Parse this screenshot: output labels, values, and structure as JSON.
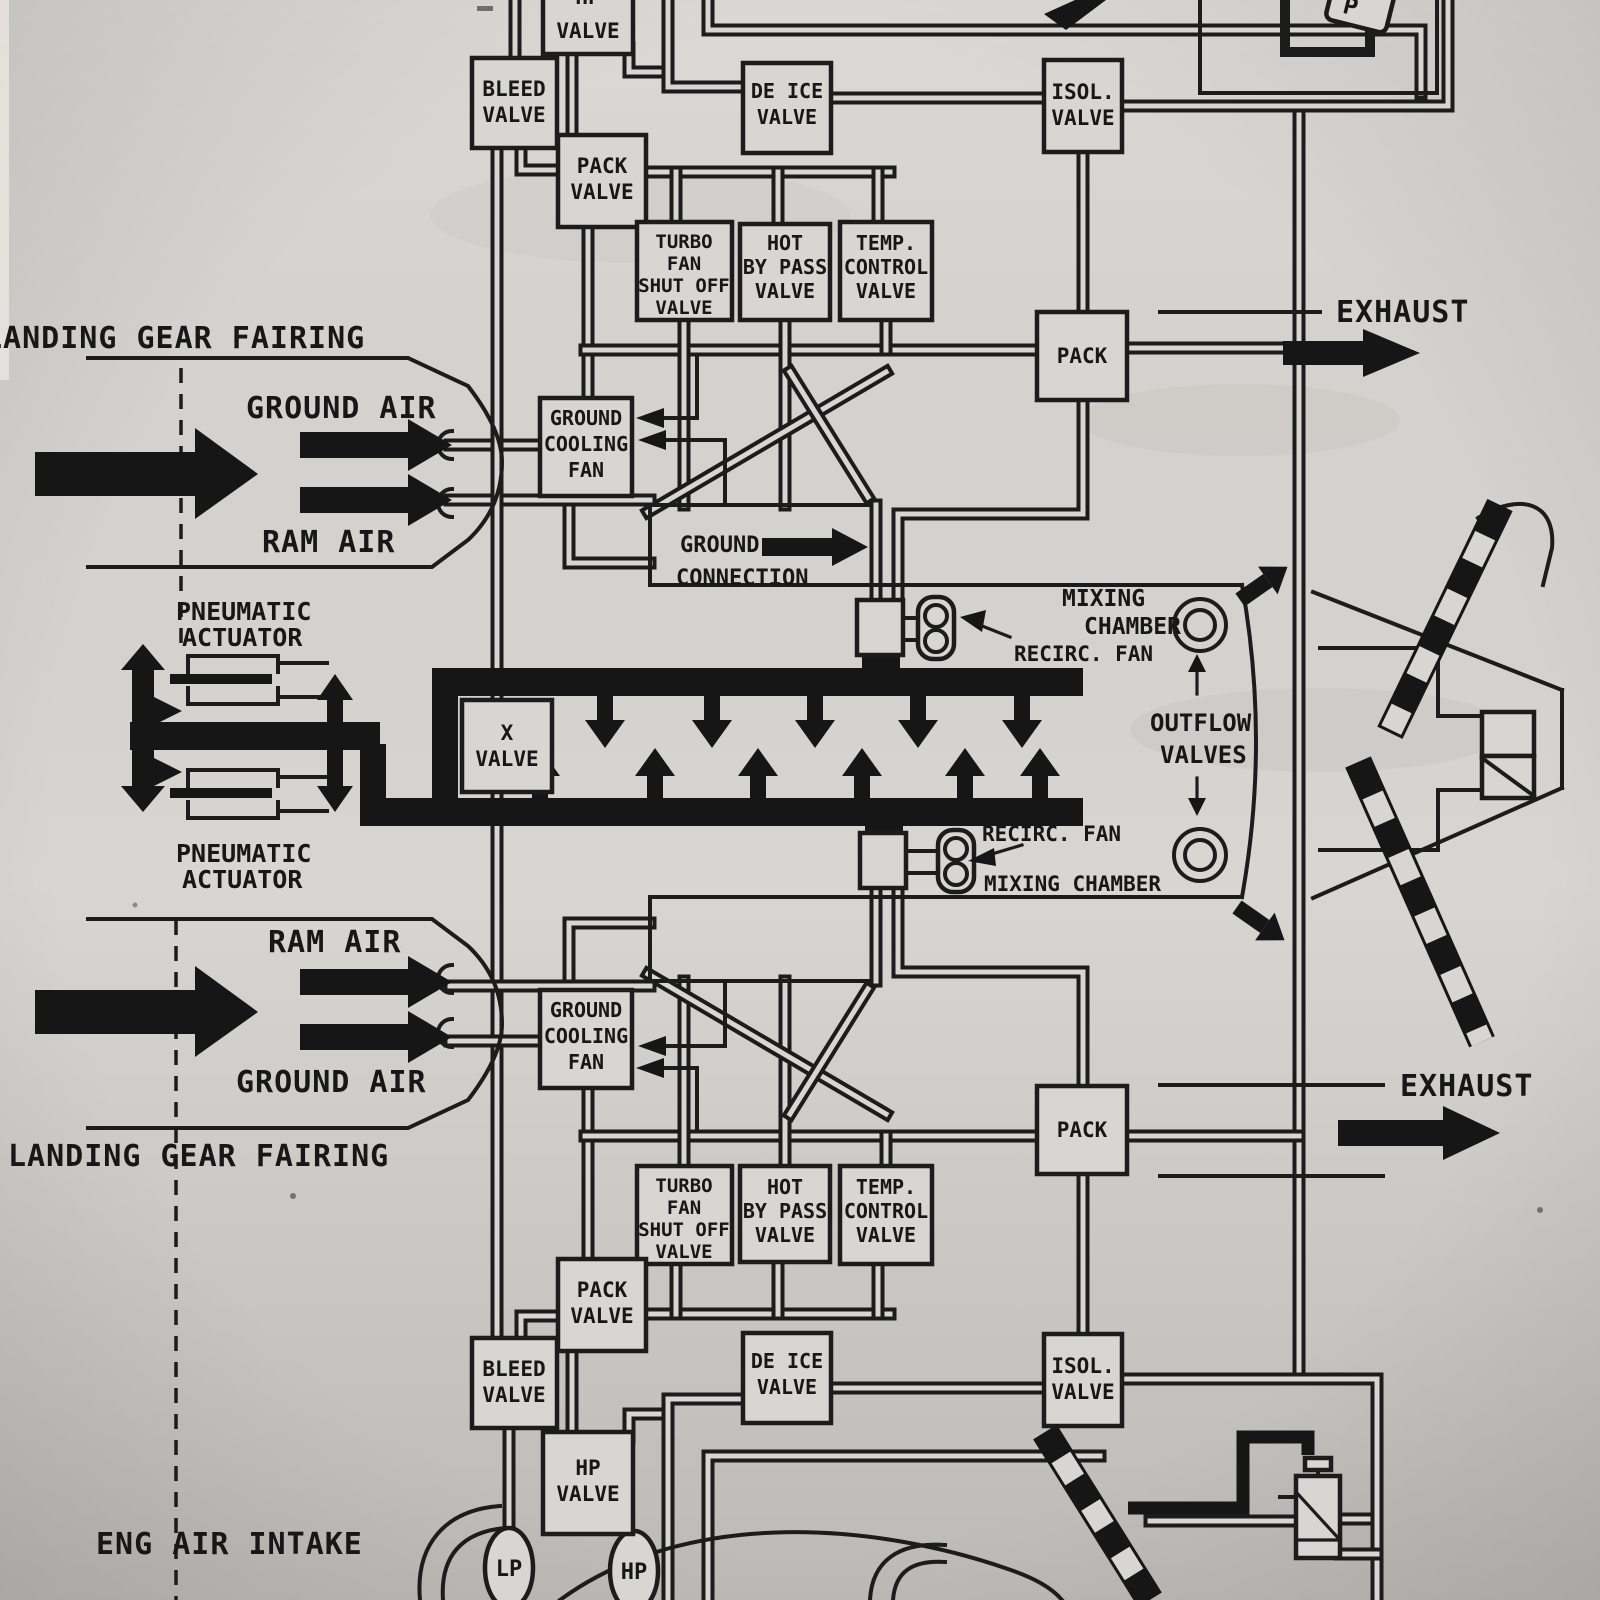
{
  "colors": {
    "paper": "#d8d6d2",
    "ink": "#1c1c1c"
  },
  "diagram": {
    "top_system": {
      "hp_valve": {
        "lines": [
          "HP",
          "VALVE"
        ]
      },
      "bleed_valve": {
        "lines": [
          "BLEED",
          "VALVE"
        ]
      },
      "pack_valve": {
        "lines": [
          "PACK",
          "VALVE"
        ]
      },
      "de_ice_valve": {
        "lines": [
          "DE ICE",
          "VALVE"
        ]
      },
      "turbo_fan_valve": {
        "lines": [
          "TURBO",
          "FAN",
          "SHUT OFF",
          "VALVE"
        ]
      },
      "hot_by_pass_valve": {
        "lines": [
          "HOT",
          "BY PASS",
          "VALVE"
        ]
      },
      "temp_control_valve": {
        "lines": [
          "TEMP.",
          "CONTROL",
          "VALVE"
        ]
      },
      "isol_valve": {
        "lines": [
          "ISOL.",
          "VALVE"
        ]
      },
      "pack": {
        "lines": [
          "PACK"
        ]
      },
      "ground_cooling_fan": {
        "lines": [
          "GROUND",
          "COOLING",
          "FAN"
        ]
      },
      "exhaust": "EXHAUST",
      "p_unit": "P"
    },
    "bottom_system": {
      "hp_valve": {
        "lines": [
          "HP",
          "VALVE"
        ]
      },
      "bleed_valve": {
        "lines": [
          "BLEED",
          "VALVE"
        ]
      },
      "pack_valve": {
        "lines": [
          "PACK",
          "VALVE"
        ]
      },
      "de_ice_valve": {
        "lines": [
          "DE ICE",
          "VALVE"
        ]
      },
      "turbo_fan_valve": {
        "lines": [
          "TURBO",
          "FAN",
          "SHUT OFF",
          "VALVE"
        ]
      },
      "hot_by_pass_valve": {
        "lines": [
          "HOT",
          "BY PASS",
          "VALVE"
        ]
      },
      "temp_control_valve": {
        "lines": [
          "TEMP.",
          "CONTROL",
          "VALVE"
        ]
      },
      "isol_valve": {
        "lines": [
          "ISOL.",
          "VALVE"
        ]
      },
      "pack": {
        "lines": [
          "PACK"
        ]
      },
      "ground_cooling_fan": {
        "lines": [
          "GROUND",
          "COOLING",
          "FAN"
        ]
      },
      "exhaust": "EXHAUST"
    },
    "cabin": {
      "landing_gear_fairing_top": "LANDING GEAR FAIRING",
      "ground_air_top": "GROUND AIR",
      "ram_air_top": "RAM AIR",
      "pneumatic_actuator_top": {
        "lines": [
          "PNEUMATIC",
          "ACTUATOR"
        ]
      },
      "pneumatic_actuator_bottom": {
        "lines": [
          "PNEUMATIC",
          "ACTUATOR"
        ]
      },
      "x_valve": {
        "lines": [
          "X",
          "VALVE"
        ]
      },
      "ground_connection": {
        "lines": [
          "GROUND",
          "CONNECTION"
        ]
      },
      "mixing_chamber_top": {
        "lines": [
          "MIXING",
          "CHAMBER"
        ]
      },
      "recirc_fan_top": "RECIRC. FAN",
      "recirc_fan_bottom": "RECIRC. FAN",
      "mixing_chamber_bottom": "MIXING CHAMBER",
      "outflow_valves": {
        "lines": [
          "OUTFLOW",
          "VALVES"
        ]
      },
      "ram_air_bottom": "RAM AIR",
      "ground_air_bottom": "GROUND AIR",
      "landing_gear_fairing_bottom": "LANDING GEAR FAIRING"
    },
    "engine": {
      "eng_air_intake": "ENG AIR INTAKE",
      "lp_port": "LP",
      "hp_port": "HP"
    }
  }
}
